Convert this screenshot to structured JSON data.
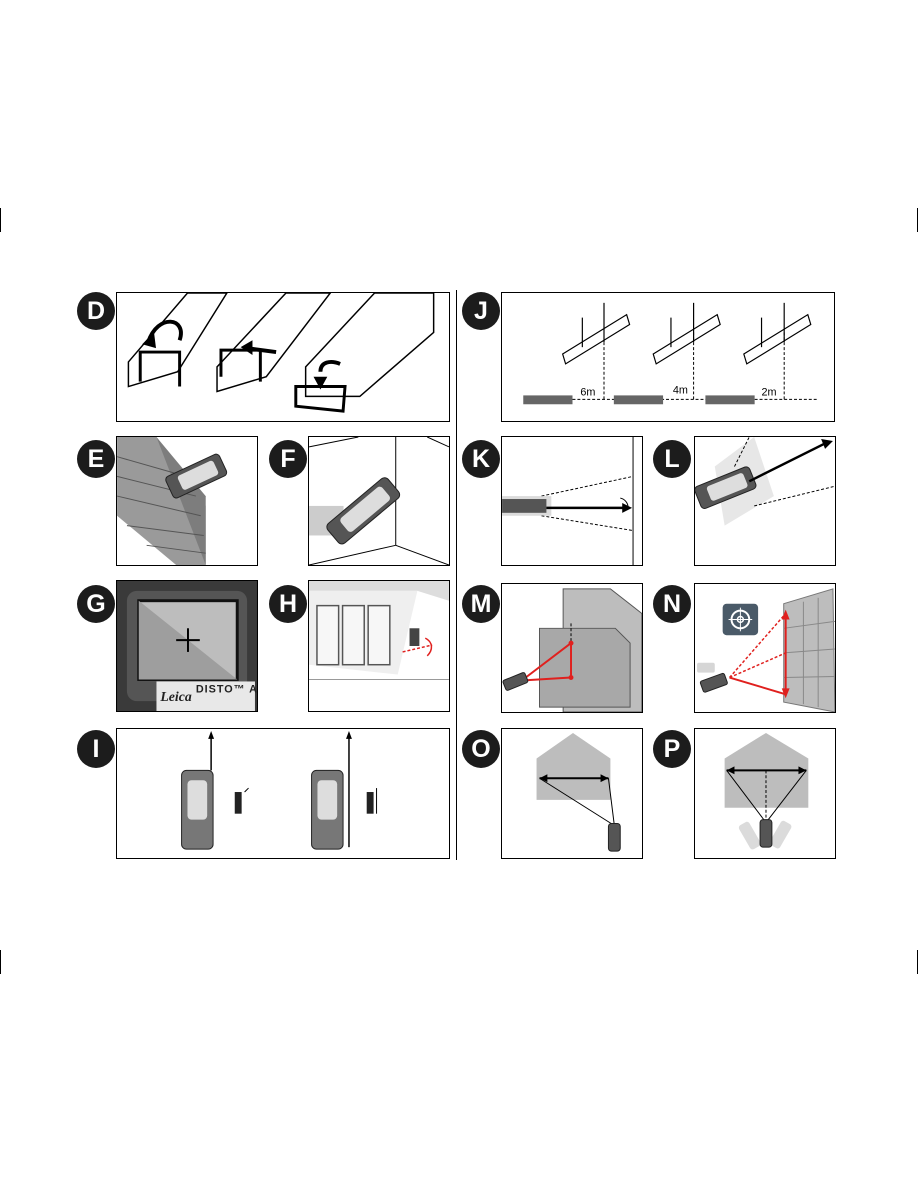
{
  "badges": {
    "d": "D",
    "e": "E",
    "f": "F",
    "g": "G",
    "h": "H",
    "i": "I",
    "j": "J",
    "k": "K",
    "l": "L",
    "m": "M",
    "n": "N",
    "o": "O",
    "p": "P"
  },
  "panel_j": {
    "dist_6": "6m",
    "dist_4": "4m",
    "dist_2": "2m"
  },
  "panel_g": {
    "brand": "Leica",
    "model": "DISTO™ A"
  },
  "colors": {
    "badge": "#1c1c1c",
    "laser": "#e0201e",
    "device": "#555555",
    "wall": "#bdbdbd"
  }
}
